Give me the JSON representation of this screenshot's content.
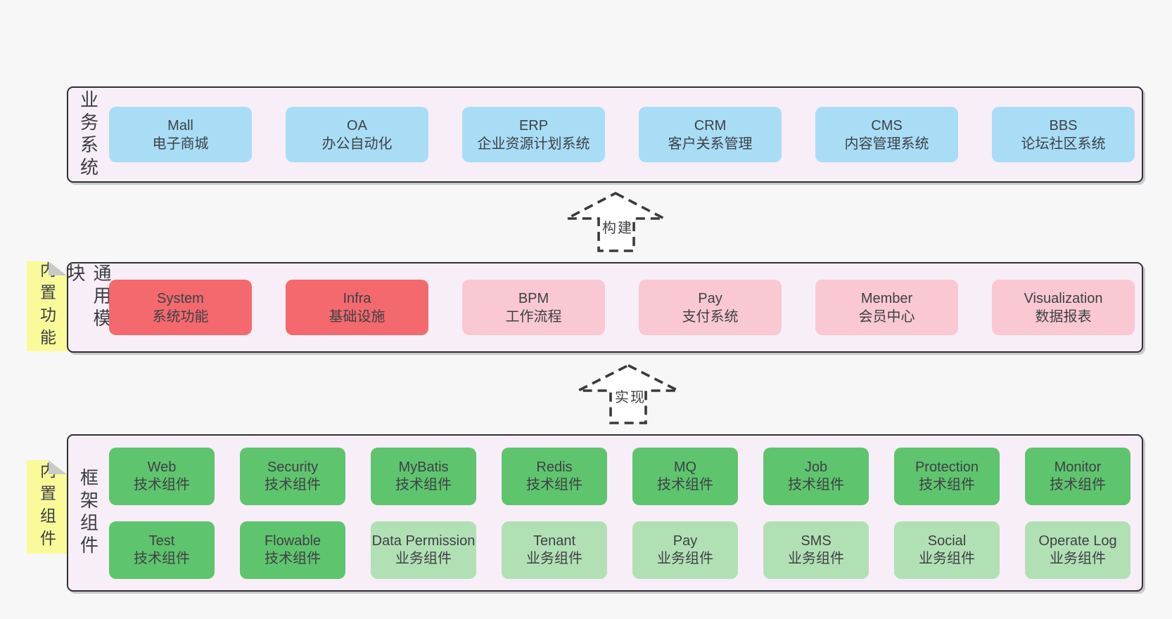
{
  "colors": {
    "background": "#f7f7f7",
    "container_fill": "#f8eef7",
    "container_border": "#303036",
    "blue": "#a9ddf6",
    "red": "#f3696e",
    "pink": "#fac8d2",
    "green": "#5fc46e",
    "light_green": "#b2e0b5",
    "sticky_yellow": "#fafa9b",
    "fold_gray": "#c9c9c9",
    "text": "#3d4145"
  },
  "layers": {
    "business": {
      "label": "业务系统",
      "boxes": [
        {
          "title": "Mall",
          "subtitle": "电子商城",
          "variant": "blue"
        },
        {
          "title": "OA",
          "subtitle": "办公自动化",
          "variant": "blue"
        },
        {
          "title": "ERP",
          "subtitle": "企业资源计划系统",
          "variant": "blue"
        },
        {
          "title": "CRM",
          "subtitle": "客户关系管理",
          "variant": "blue"
        },
        {
          "title": "CMS",
          "subtitle": "内容管理系统",
          "variant": "blue"
        },
        {
          "title": "BBS",
          "subtitle": "论坛社区系统",
          "variant": "blue"
        }
      ]
    },
    "modules": {
      "label": "通用模块",
      "sticky_note": "内置功能",
      "boxes": [
        {
          "title": "System",
          "subtitle": "系统功能",
          "variant": "red"
        },
        {
          "title": "Infra",
          "subtitle": "基础设施",
          "variant": "red"
        },
        {
          "title": "BPM",
          "subtitle": "工作流程",
          "variant": "pink"
        },
        {
          "title": "Pay",
          "subtitle": "支付系统",
          "variant": "pink"
        },
        {
          "title": "Member",
          "subtitle": "会员中心",
          "variant": "pink"
        },
        {
          "title": "Visualization",
          "subtitle": "数据报表",
          "variant": "pink"
        }
      ]
    },
    "framework": {
      "label": "框架组件",
      "sticky_note": "内置组件",
      "rows": [
        [
          {
            "title": "Web",
            "subtitle": "技术组件",
            "variant": "green"
          },
          {
            "title": "Security",
            "subtitle": "技术组件",
            "variant": "green"
          },
          {
            "title": "MyBatis",
            "subtitle": "技术组件",
            "variant": "green"
          },
          {
            "title": "Redis",
            "subtitle": "技术组件",
            "variant": "green"
          },
          {
            "title": "MQ",
            "subtitle": "技术组件",
            "variant": "green"
          },
          {
            "title": "Job",
            "subtitle": "技术组件",
            "variant": "green"
          },
          {
            "title": "Protection",
            "subtitle": "技术组件",
            "variant": "green"
          },
          {
            "title": "Monitor",
            "subtitle": "技术组件",
            "variant": "green"
          }
        ],
        [
          {
            "title": "Test",
            "subtitle": "技术组件",
            "variant": "green"
          },
          {
            "title": "Flowable",
            "subtitle": "技术组件",
            "variant": "green"
          },
          {
            "title": "Data Permission",
            "subtitle": "业务组件",
            "variant": "light-green"
          },
          {
            "title": "Tenant",
            "subtitle": "业务组件",
            "variant": "light-green"
          },
          {
            "title": "Pay",
            "subtitle": "业务组件",
            "variant": "light-green"
          },
          {
            "title": "SMS",
            "subtitle": "业务组件",
            "variant": "light-green"
          },
          {
            "title": "Social",
            "subtitle": "业务组件",
            "variant": "light-green"
          },
          {
            "title": "Operate Log",
            "subtitle": "业务组件",
            "variant": "light-green"
          }
        ]
      ]
    }
  },
  "arrows": [
    {
      "label": "构建"
    },
    {
      "label": "实现"
    }
  ]
}
